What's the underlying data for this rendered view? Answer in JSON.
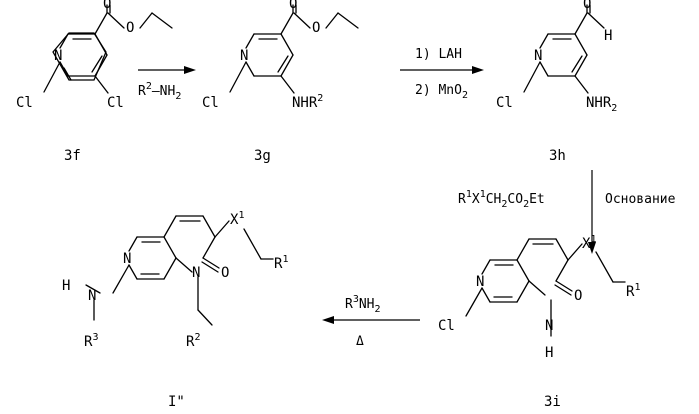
{
  "compounds": {
    "c3f": {
      "label": "3f"
    },
    "c3g": {
      "label": "3g"
    },
    "c3h": {
      "label": "3h"
    },
    "c3i": {
      "label": "3i"
    },
    "cI": {
      "label": "I\""
    }
  },
  "conditions": {
    "step1": {
      "reagent": "R",
      "reagent_sup": "2",
      "reagent_tail": "–NH",
      "reagent_sub": "2"
    },
    "step2": {
      "line1": "1) LAH",
      "line2": "2) MnO",
      "line2_sub": "2"
    },
    "step3": {
      "reagent_parts": [
        "R",
        "1",
        "X",
        "1",
        "CH",
        "2",
        "CO",
        "2",
        "Et"
      ],
      "base": "Основание"
    },
    "step4": {
      "reagent": "R",
      "reagent_sup": "3",
      "reagent_tail": "NH",
      "reagent_sub": "2",
      "heat": "Δ"
    }
  },
  "atoms": {
    "N": "N",
    "O": "O",
    "Cl": "Cl",
    "H": "H",
    "R": "R",
    "X": "X",
    "sup1": "1",
    "sup2": "2",
    "sup3": "3",
    "sub2": "2",
    "NH": "NH",
    "NHR": "NHR"
  }
}
